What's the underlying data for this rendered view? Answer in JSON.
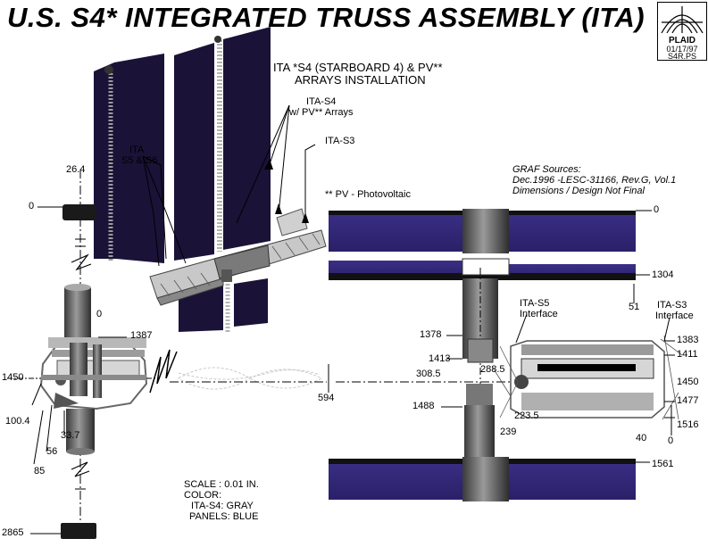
{
  "title": "U.S. S4* INTEGRATED TRUSS ASSEMBLY (ITA)",
  "logo": {
    "name": "PLAID",
    "date": "01/17/97",
    "file": "S4R.PS"
  },
  "heading": {
    "line1": "ITA *S4 (STARBOARD 4) & PV**",
    "line2": "ARRAYS INSTALLATION"
  },
  "callouts": {
    "ita_s4": "ITA-S4",
    "ita_s4_sub": "w/ PV** Arrays",
    "ita_s3": "ITA-S3",
    "ita_s56_1": "ITA",
    "ita_s56_2": "S5 & S6",
    "pv_note": "** PV - Photovoltaic",
    "s5_interface_1": "ITA-S5",
    "s5_interface_2": "Interface",
    "s3_interface_1": "ITA-S3",
    "s3_interface_2": "Interface"
  },
  "sources": {
    "line1": "GRAF Sources:",
    "line2": "Dec.1996 -LESC-31166, Rev.G, Vol.1",
    "line3": "Dimensions / Design Not Final"
  },
  "dims_left": {
    "d26_4": "26.4",
    "d0": "0",
    "d0b": "0",
    "d1387": "1387",
    "d1450": "1450",
    "d100_4": "100.4",
    "d33_7": "33.7",
    "d56": "56",
    "d85": "85",
    "d2865": "2865"
  },
  "dims_mid": {
    "d594": "594"
  },
  "dims_right": {
    "d0": "0",
    "d1304": "1304",
    "d51": "51",
    "d1378": "1378",
    "d1413": "1413",
    "d288_5": "288.5",
    "d308_5": "308.5",
    "d1488": "1488",
    "d223_5": "223.5",
    "d239": "239",
    "d1383": "1383",
    "d1411": "1411",
    "d1450": "1450",
    "d1477": "1477",
    "d1516": "1516",
    "d40": "40",
    "d0b": "0",
    "d1561": "1561"
  },
  "scale": {
    "line1": "SCALE : 0.01 IN.",
    "line2": "COLOR:",
    "line3": "ITA-S4: GRAY",
    "line4": "PANELS: BLUE"
  },
  "colors": {
    "panel": "#1c1440",
    "panel_blue": "#3a2f82",
    "truss_gray": "#8c8c8c",
    "light_gray": "#c8c8c8",
    "dark_gray": "#555555"
  }
}
